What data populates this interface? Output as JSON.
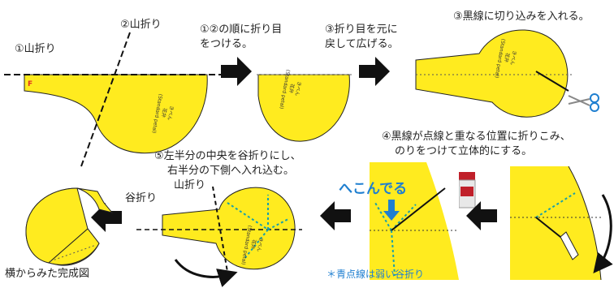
{
  "labels": {
    "step1_mountain": "①山折り",
    "step2_mountain": "②山折り",
    "step12_line1": "①②の順に折り目",
    "step12_line2": "をつける。",
    "step3_line1": "③折り目を元に",
    "step3_line2": "戻して広げる。",
    "step_cut": "③黒線に切り込みを入れる。",
    "step4_line1": "④黒線が点線と重なる位置に折りこみ、",
    "step4_line2": "のりをつけて立体的にする。",
    "step5_line1": "⑤左半分の中央を谷折りにし、",
    "step5_line2": "右半分の下側へ入れ込む。",
    "valley_fold": "谷折り",
    "mountain_fold": "山折り",
    "hekonderu": "へこんでる",
    "blue_note": "＊青点線は弱い谷折り",
    "side_view": "横からみた完成図",
    "f_mark": "F",
    "petal_jp": "きべん",
    "petal_kanji": "花弁",
    "petal_en": "(Standard petal)"
  },
  "colors": {
    "petal": "#ffeb1f",
    "blue_dotted": "#1aa0a8",
    "arrow": "#111111",
    "glue_cap": "#c0202a"
  }
}
